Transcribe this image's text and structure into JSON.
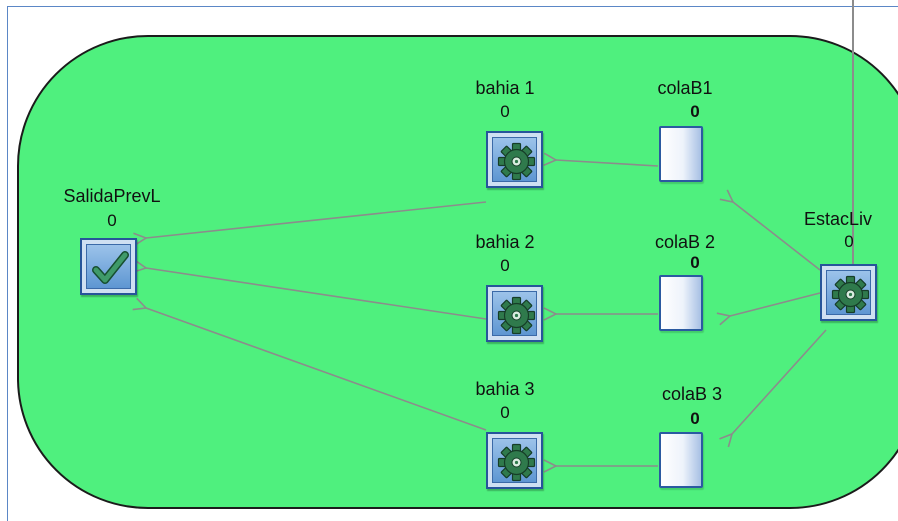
{
  "diagram": {
    "nodes": {
      "salida": {
        "label": "SalidaPrevL",
        "count": "0",
        "icon": "checkmark-icon"
      },
      "bahia1": {
        "label": "bahia 1",
        "count": "0",
        "icon": "gear-icon"
      },
      "bahia2": {
        "label": "bahia 2",
        "count": "0",
        "icon": "gear-icon"
      },
      "bahia3": {
        "label": "bahia 3",
        "count": "0",
        "icon": "gear-icon"
      },
      "colaB1": {
        "label": "colaB1",
        "count": "0",
        "icon": "queue-icon"
      },
      "colaB2": {
        "label": "colaB 2",
        "count": "0",
        "icon": "queue-icon"
      },
      "colaB3": {
        "label": "colaB 3",
        "count": "0",
        "icon": "queue-icon"
      },
      "estac": {
        "label": "EstacLiv",
        "count": "0",
        "icon": "gear-icon"
      }
    },
    "connections": [
      {
        "from": "colaB1",
        "to": "bahia1"
      },
      {
        "from": "colaB2",
        "to": "bahia2"
      },
      {
        "from": "colaB3",
        "to": "bahia3"
      },
      {
        "from": "bahia1",
        "to": "salida"
      },
      {
        "from": "bahia2",
        "to": "salida"
      },
      {
        "from": "bahia3",
        "to": "salida"
      },
      {
        "from": "estac",
        "to": "colaB1"
      },
      {
        "from": "estac",
        "to": "colaB2"
      },
      {
        "from": "estac",
        "to": "colaB3"
      }
    ],
    "colors": {
      "region_fill": "#4ff07e",
      "region_border": "#1b1b1b",
      "connector": "#8c8c8c",
      "frame": "#5b87c6"
    }
  }
}
